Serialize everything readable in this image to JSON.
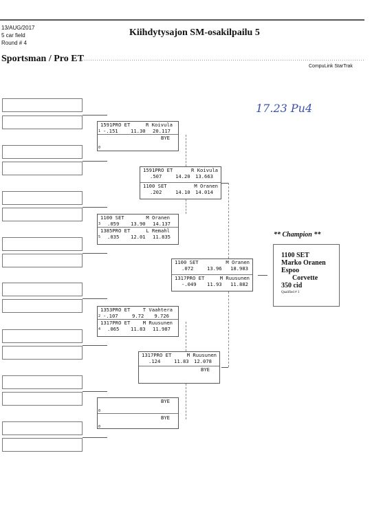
{
  "header": {
    "date": "13/AUG/2017",
    "field": "5 car field",
    "round": "Round # 4",
    "title": "Kiihdytysajon SM-osakilpailu 5",
    "class_name": "Sportsman / Pro ET",
    "software": "CompuLink StarTrak"
  },
  "handwritten_note": "17.23 Pu4",
  "round1": [
    {
      "top": {
        "car": "1591PRO ET",
        "driver": "R Koivula",
        "lane": "1",
        "rt": "-.151",
        "dial": "11.30",
        "et": "20.117"
      },
      "bottom": {
        "car": "",
        "driver": "BYE",
        "lane": "0",
        "rt": "",
        "dial": "",
        "et": ""
      }
    },
    {
      "top": {
        "car": "1100   SET",
        "driver": "M Oranen",
        "lane": "3",
        "rt": ".059",
        "dial": "13.90",
        "et": "14.137"
      },
      "bottom": {
        "car": "1385PRO ET",
        "driver": "L Remahl",
        "lane": "5",
        "rt": ".035",
        "dial": "12.01",
        "et": "11.835"
      }
    },
    {
      "top": {
        "car": "1353PRO ET",
        "driver": "T Vaahtera",
        "lane": "2",
        "rt": "-.107",
        "dial": "9.72",
        "et": "9.726"
      },
      "bottom": {
        "car": "1317PRO ET",
        "driver": "M Ruusunen",
        "lane": "4",
        "rt": ".065",
        "dial": "11.83",
        "et": "11.987"
      }
    },
    {
      "top": {
        "car": "",
        "driver": "BYE",
        "lane": "0",
        "rt": "",
        "dial": "",
        "et": ""
      },
      "bottom": {
        "car": "",
        "driver": "BYE",
        "lane": "0",
        "rt": "",
        "dial": "",
        "et": ""
      }
    }
  ],
  "round2": [
    {
      "top": {
        "car": "1591PRO ET",
        "driver": "R Koivula",
        "lane": "",
        "rt": ".507",
        "dial": "14.20",
        "et": "13.663"
      },
      "bottom": {
        "car": "1100   SET",
        "driver": "M Oranen",
        "lane": "",
        "rt": ".202",
        "dial": "14.10",
        "et": "14.014"
      }
    },
    {
      "top": {
        "car": "1317PRO ET",
        "driver": "M Ruusunen",
        "lane": "",
        "rt": ".124",
        "dial": "11.83",
        "et": "12.078"
      },
      "bottom": {
        "car": "",
        "driver": "BYE",
        "lane": "",
        "rt": "",
        "dial": "",
        "et": ""
      }
    }
  ],
  "final": {
    "top": {
      "car": "1100   SET",
      "driver": "M Oranen",
      "lane": "",
      "rt": ".072",
      "dial": "13.96",
      "et": "18.983"
    },
    "bottom": {
      "car": "1317PRO ET",
      "driver": "M Ruusunen",
      "lane": "",
      "rt": "-.049",
      "dial": "11.93",
      "et": "11.882"
    }
  },
  "champion": {
    "heading": "** Champion **",
    "car": "1100    SET",
    "name": "Marko Oranen",
    "city": "Espoo",
    "vehicle": "Corvette",
    "engine": "350 cid",
    "qualified": "Qualified # 3"
  }
}
